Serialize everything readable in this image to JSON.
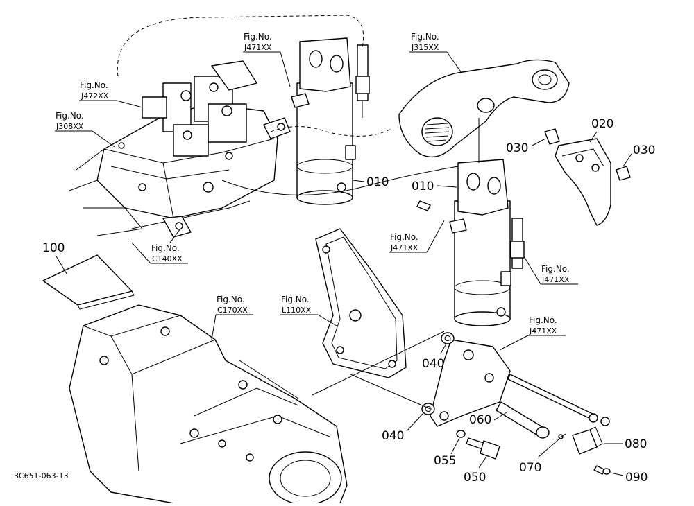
{
  "figure_refs": [
    {
      "id": "j471-top",
      "label": "Fig.No.",
      "code": "J471XX"
    },
    {
      "id": "j472",
      "label": "Fig.No.",
      "code": "J472XX"
    },
    {
      "id": "j308",
      "label": "Fig.No.",
      "code": "J308XX"
    },
    {
      "id": "j315",
      "label": "Fig.No.",
      "code": "J315XX"
    },
    {
      "id": "c140",
      "label": "Fig.No.",
      "code": "C140XX"
    },
    {
      "id": "j471-mid",
      "label": "Fig.No.",
      "code": "J471XX"
    },
    {
      "id": "j471-right",
      "label": "Fig.No.",
      "code": "J471XX"
    },
    {
      "id": "l110",
      "label": "Fig.No.",
      "code": "L110XX"
    },
    {
      "id": "c170",
      "label": "Fig.No.",
      "code": "C170XX"
    },
    {
      "id": "j471-bottom",
      "label": "Fig.No.",
      "code": "J471XX"
    }
  ],
  "part_numbers": {
    "p010_left": "010",
    "p010_right": "010",
    "p020": "020",
    "p030_left": "030",
    "p030_right": "030",
    "p040_upper": "040",
    "p040_lower": "040",
    "p050": "050",
    "p055": "055",
    "p060": "060",
    "p070": "070",
    "p080": "080",
    "p090": "090",
    "p100": "100"
  },
  "diagram_code": "3C651-063-13"
}
